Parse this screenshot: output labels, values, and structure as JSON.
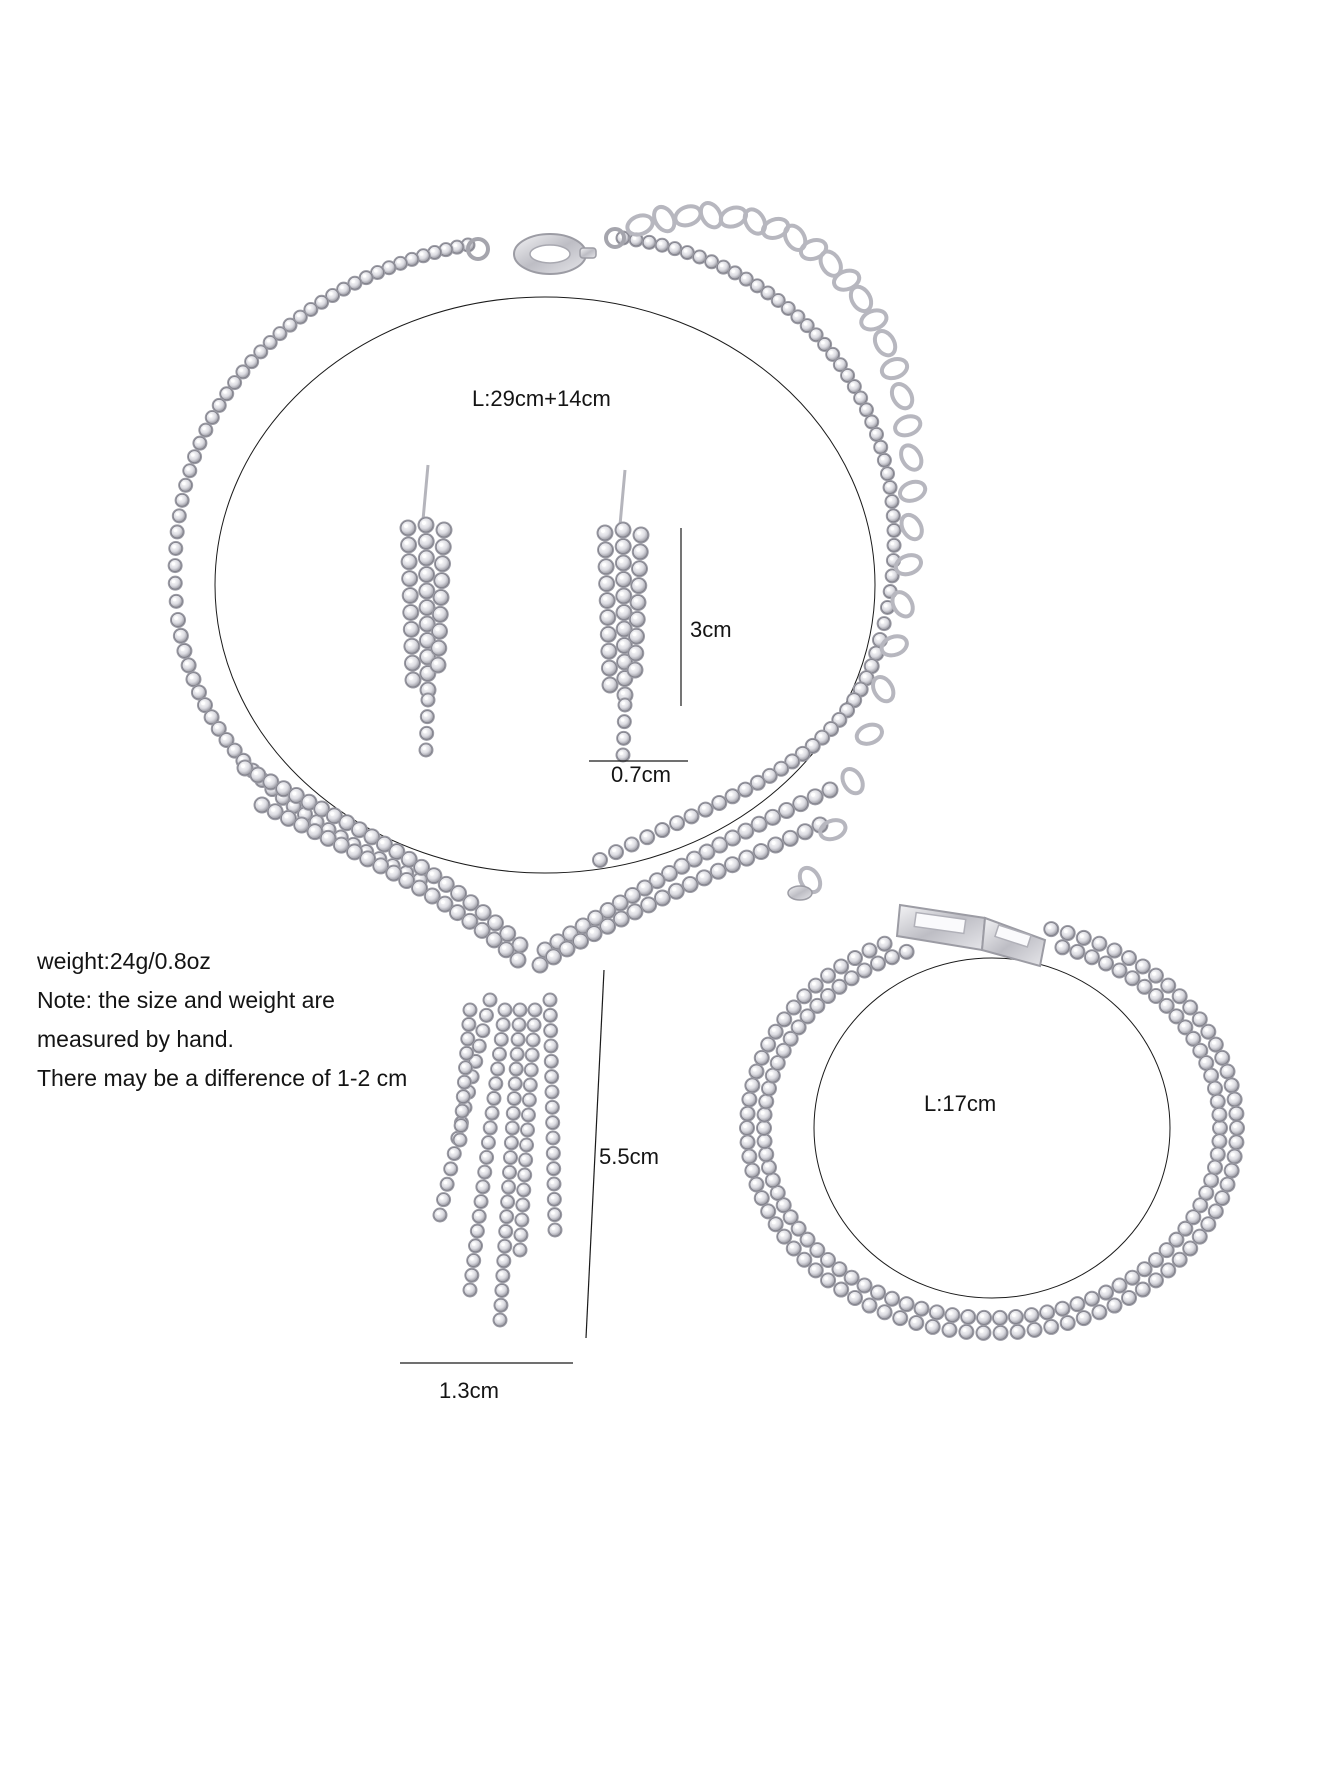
{
  "product": {
    "necklace_length": "L:29cm+14cm",
    "earring_height": "3cm",
    "earring_width": "0.7cm",
    "pendant_height": "5.5cm",
    "pendant_width": "1.3cm",
    "bracelet_length": "L:17cm"
  },
  "note": {
    "weight": "weight:24g/0.8oz",
    "line1": "Note: the size and weight are",
    "line2": "measured by hand.",
    "line3": "There may be a difference of 1-2 cm"
  },
  "colors": {
    "background": "#ffffff",
    "metal": "#c9c9cf",
    "stone": "#e9e9ee",
    "stone_outline": "#8d8d96",
    "annotation_line": "#1a1a1a"
  }
}
